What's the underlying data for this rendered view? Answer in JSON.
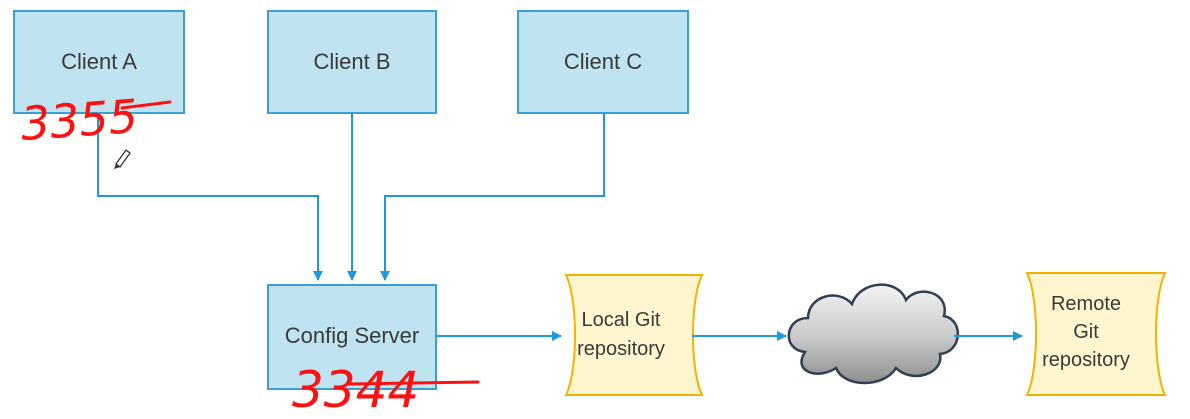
{
  "clients": [
    {
      "label": "Client A"
    },
    {
      "label": "Client B"
    },
    {
      "label": "Client C"
    }
  ],
  "config_server": {
    "label": "Config Server"
  },
  "local_repo": {
    "line1": "Local Git",
    "line2": "repository"
  },
  "remote_repo": {
    "line1": "Remote",
    "line2": "Git",
    "line3": "repository"
  },
  "annotations": {
    "client_a_port": "3355",
    "server_port": "3344"
  },
  "colors": {
    "box_fill": "#bfe3f1",
    "box_stroke": "#3a9fd4",
    "doc_fill": "#fff6cf",
    "doc_stroke": "#f0b400",
    "arrow": "#1e9ad8",
    "handwriting": "#ff1010"
  }
}
